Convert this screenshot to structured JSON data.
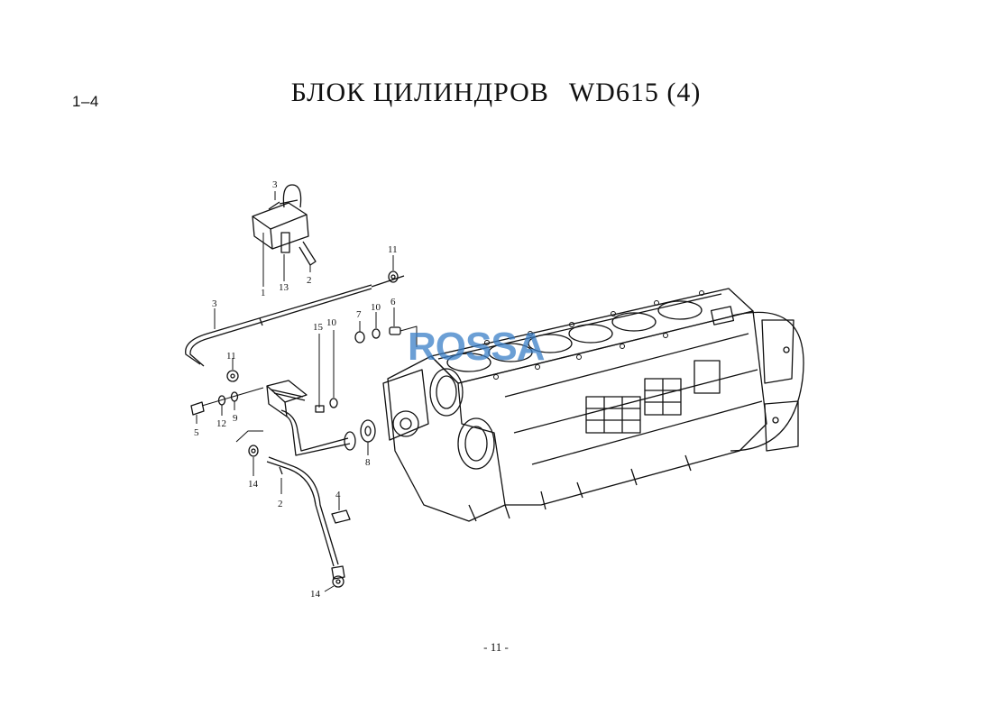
{
  "header": {
    "section_number": "1–4",
    "title_main": "БЛОК ЦИЛИНДРОВ",
    "title_model": "WD615 (4)"
  },
  "watermark_text": "ROSSA",
  "footer": {
    "page_number": "- 11 -"
  },
  "callouts": [
    "3",
    "1",
    "13",
    "2",
    "11",
    "3",
    "6",
    "7",
    "10",
    "15",
    "10",
    "11",
    "5",
    "12",
    "9",
    "8",
    "14",
    "2",
    "4",
    "14"
  ]
}
